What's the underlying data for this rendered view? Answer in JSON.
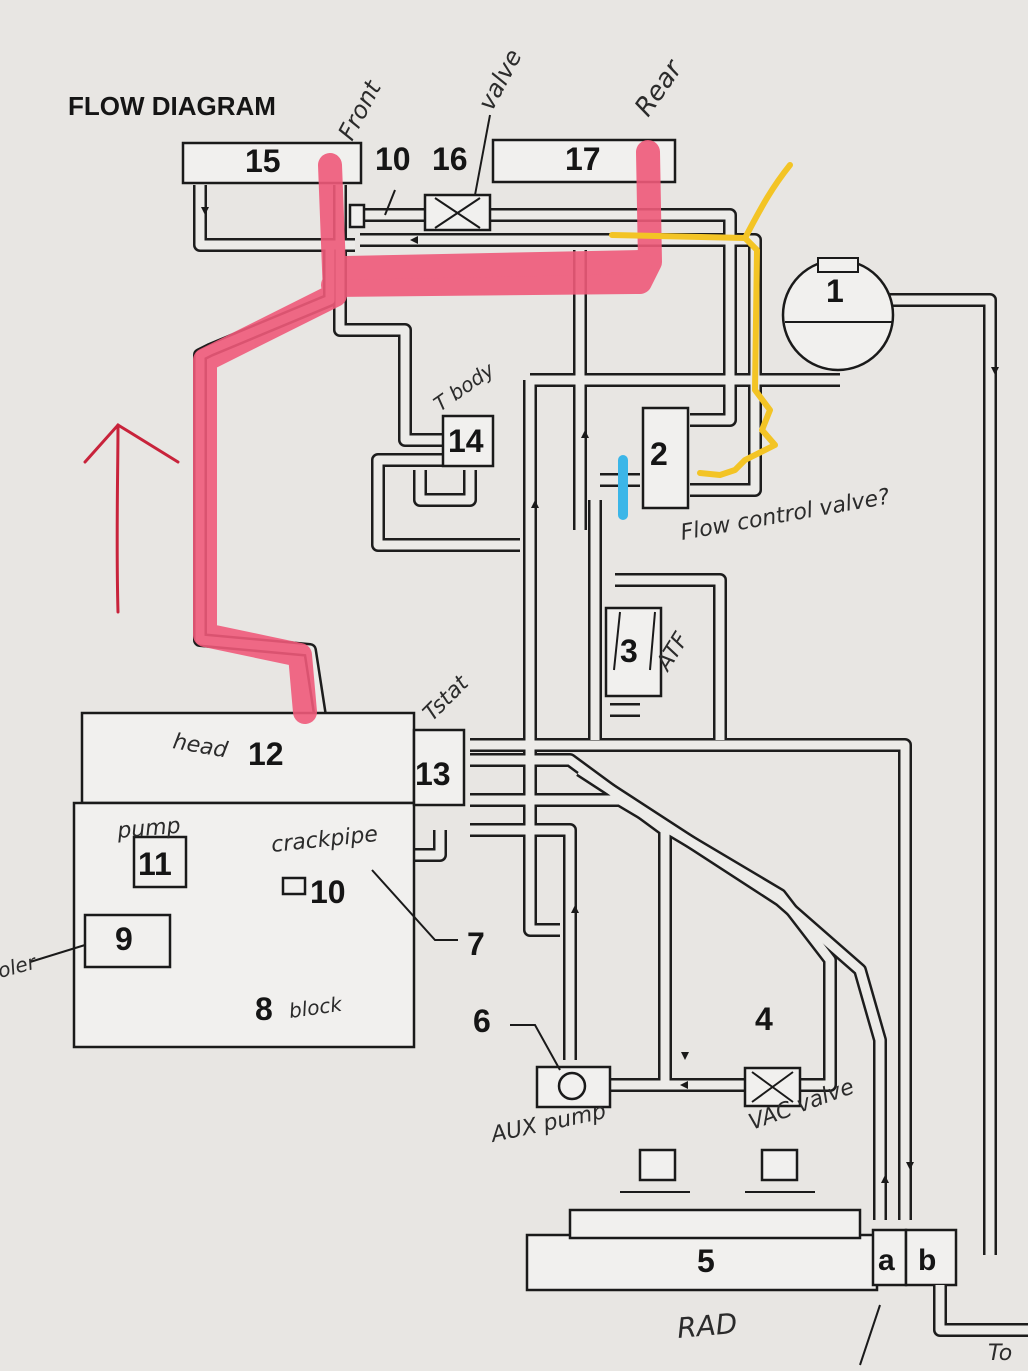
{
  "title": "FLOW DIAGRAM",
  "component_numbers": {
    "n1": "1",
    "n2": "2",
    "n3": "3",
    "n4": "4",
    "n5": "5",
    "n6": "6",
    "n7": "7",
    "n8": "8",
    "n9": "9",
    "n10a": "10",
    "n10b": "10",
    "n11": "11",
    "n12": "12",
    "n13": "13",
    "n14": "14",
    "n15": "15",
    "n16": "16",
    "n17": "17",
    "a": "a",
    "b": "b"
  },
  "handwritten": {
    "front": "Front",
    "valve": "valve",
    "rear": "Rear",
    "tbody": "T body",
    "flow_control": "Flow control valve?",
    "atf": "ATF",
    "tstat": "Tstat",
    "head": "head",
    "pump": "pump",
    "crackpipe": "crackpipe",
    "block": "block",
    "aux_pump": "AUX pump",
    "vac_valve": "VAC valve",
    "rad": "RAD",
    "cooler": "oler",
    "to": "To"
  },
  "colors": {
    "red_highlight": "#ef5a7a",
    "yellow_highlight": "#f3c425",
    "blue_mark": "#3bb6e8",
    "red_arrow": "#c8233b"
  }
}
